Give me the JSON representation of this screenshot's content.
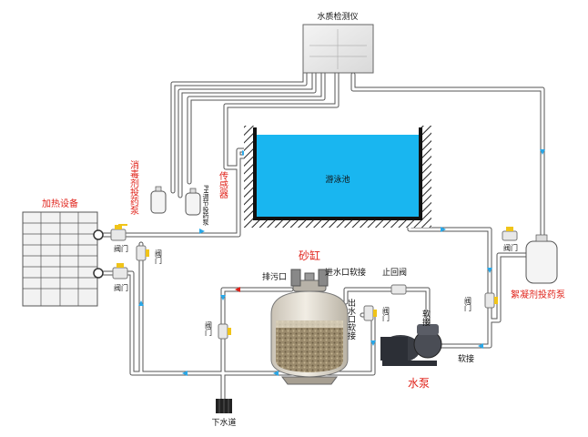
{
  "labels": {
    "water_quality_monitor": "水质检测仪",
    "heating_equipment": "加热设备",
    "disinfectant_pump": "消毒剂投药泵",
    "ph_pump": "PH调节投药泵",
    "sensor": "传感器",
    "pool": "游泳池",
    "sand_tank": "砂缸",
    "drain_port": "排污口",
    "inlet_hose": "进水口软接",
    "check_valve": "止回阀",
    "outlet_hose": "出水口软接",
    "hose": "软接",
    "hose2": "软接",
    "valve": "阀门",
    "flocculant_pump": "絮凝剂投药泵",
    "water_pump": "水泵",
    "sewer": "下水道"
  },
  "colors": {
    "pool_water": "#19b6f0",
    "pipe": "#ffffff",
    "pipe_edge": "#555555",
    "label_red": "#e0221a",
    "flow_arrow_blue": "#2aa8e8",
    "flow_arrow_red": "#e0221a"
  }
}
